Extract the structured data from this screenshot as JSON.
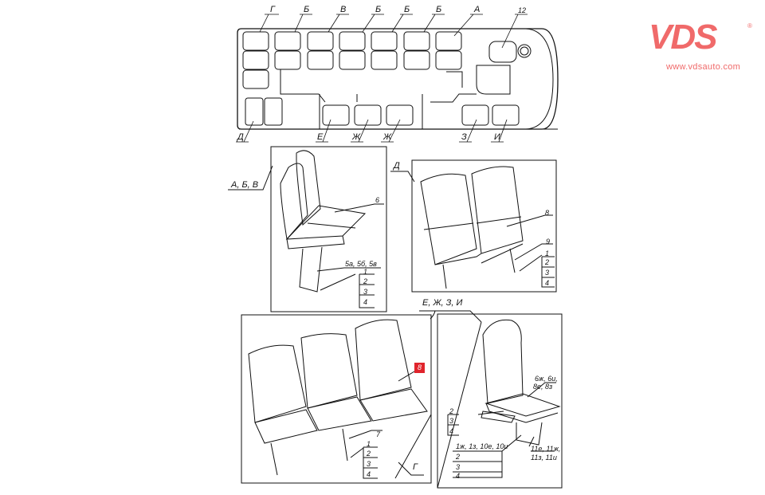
{
  "logo": {
    "brand": "VDS",
    "registered": "®",
    "url": "www.vdsauto.com",
    "color": "#f06a6a"
  },
  "plan": {
    "top_labels": [
      "Г",
      "Б",
      "В",
      "Б",
      "Б",
      "Б",
      "А"
    ],
    "driver_label": "12",
    "bottom_labels": [
      "Д",
      "Е",
      "Ж",
      "Ж",
      "З",
      "И"
    ]
  },
  "views": {
    "abv": {
      "title": "А, Б, В",
      "callouts": [
        "6",
        "5а, 5б, 5в"
      ],
      "refs": [
        "1",
        "2",
        "3",
        "4"
      ]
    },
    "d": {
      "title": "Д",
      "callouts": [
        "8",
        "9"
      ],
      "refs": [
        "1",
        "2",
        "3",
        "4"
      ]
    },
    "g": {
      "title": "Г",
      "callouts": [
        "8",
        "7"
      ],
      "refs": [
        "1",
        "2",
        "3",
        "4"
      ],
      "highlight_color": "#e0242c"
    },
    "ezhzi": {
      "title": "Е, Ж, З, И",
      "callouts": [
        "6ж, 6и,",
        "8е, 8з",
        "11е, 11ж,",
        "11з, 11и"
      ],
      "refs_left": [
        "2",
        "3",
        "4"
      ],
      "table_head": "1ж, 1з, 10е, 10и",
      "table_refs": [
        "2",
        "3",
        "4"
      ]
    }
  }
}
